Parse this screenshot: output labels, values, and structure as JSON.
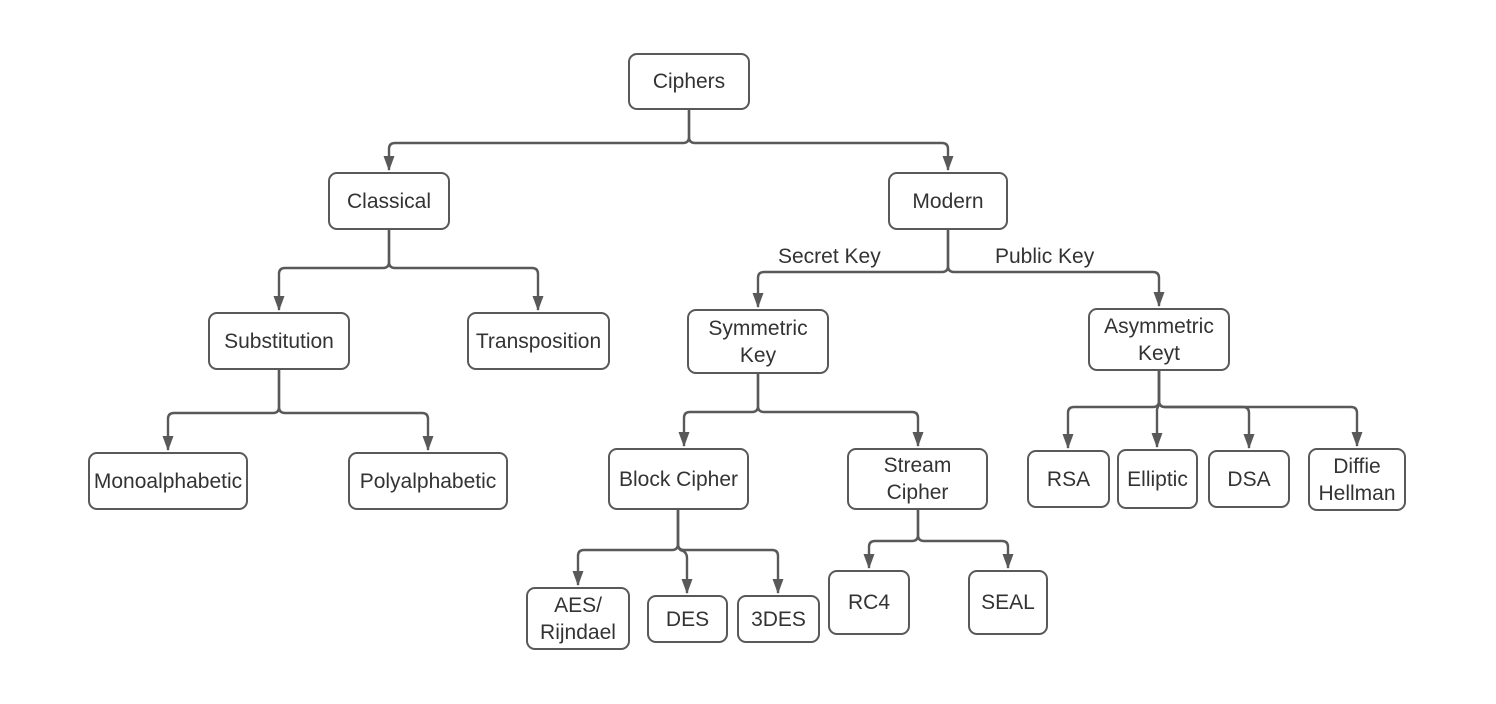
{
  "diagram": {
    "type": "flowchart-tree",
    "title": "Ciphers classification tree",
    "colors": {
      "background": "#ffffff",
      "node_fill": "#ffffff",
      "node_border": "#595959",
      "connector": "#595959",
      "arrowhead": "#595959",
      "text": "#333333"
    },
    "nodes": {
      "ciphers": {
        "label": "Ciphers"
      },
      "classical": {
        "label": "Classical"
      },
      "modern": {
        "label": "Modern"
      },
      "substitution": {
        "label": "Substitution"
      },
      "transposition": {
        "label": "Transposition"
      },
      "symmetric_key": {
        "label": "Symmetric Key"
      },
      "asymmetric_key": {
        "label": "Asymmetric Keyt"
      },
      "monoalphabetic": {
        "label": "Monoalphabetic"
      },
      "polyalphabetic": {
        "label": "Polyalphabetic"
      },
      "block_cipher": {
        "label": "Block Cipher"
      },
      "stream_cipher": {
        "label": "Stream Cipher"
      },
      "aes_rijndael": {
        "label": "AES/ Rijndael"
      },
      "des": {
        "label": "DES"
      },
      "triple_des": {
        "label": "3DES"
      },
      "rc4": {
        "label": "RC4"
      },
      "seal": {
        "label": "SEAL"
      },
      "rsa": {
        "label": "RSA"
      },
      "elliptic": {
        "label": "Elliptic"
      },
      "dsa": {
        "label": "DSA"
      },
      "diffie_hellman": {
        "label": "Diffie Hellman"
      }
    },
    "edge_labels": {
      "secret_key": "Secret Key",
      "public_key": "Public Key"
    },
    "hierarchy": {
      "root": "ciphers",
      "children": {
        "ciphers": [
          "classical",
          "modern"
        ],
        "classical": [
          "substitution",
          "transposition"
        ],
        "substitution": [
          "monoalphabetic",
          "polyalphabetic"
        ],
        "transposition": [],
        "modern": [
          "symmetric_key",
          "asymmetric_key"
        ],
        "symmetric_key": [
          "block_cipher",
          "stream_cipher"
        ],
        "block_cipher": [
          "aes_rijndael",
          "des",
          "triple_des"
        ],
        "stream_cipher": [
          "rc4",
          "seal"
        ],
        "asymmetric_key": [
          "rsa",
          "elliptic",
          "dsa",
          "diffie_hellman"
        ]
      },
      "branch_labels": {
        "modern_to_symmetric_key": "Secret Key",
        "modern_to_asymmetric_key": "Public Key"
      }
    }
  }
}
